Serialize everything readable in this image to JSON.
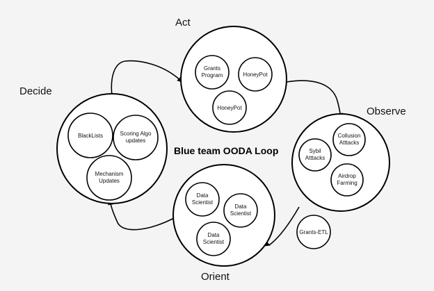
{
  "diagram": {
    "title": "Blue team OODA Loop",
    "phases": {
      "act": "Act",
      "observe": "Observe",
      "orient": "Orient",
      "decide": "Decide"
    },
    "nodes": {
      "act": [
        [
          "Grants",
          "Program"
        ],
        [
          "HoneyPot"
        ],
        [
          "HoneyPot"
        ]
      ],
      "observe": [
        [
          "Collusion",
          "Atttacks"
        ],
        [
          "Sybil",
          "Atttacks"
        ],
        [
          "Airdrop",
          "Farming"
        ],
        [
          "Grants-ETL"
        ]
      ],
      "orient": [
        [
          "Data",
          "Scientist"
        ],
        [
          "Data",
          "Scientist"
        ],
        [
          "Data",
          "Scientist"
        ]
      ],
      "decide": [
        [
          "BlackLists"
        ],
        [
          "Scoring Algo",
          "updates"
        ],
        [
          "Mechanism",
          "Updates"
        ]
      ]
    }
  }
}
